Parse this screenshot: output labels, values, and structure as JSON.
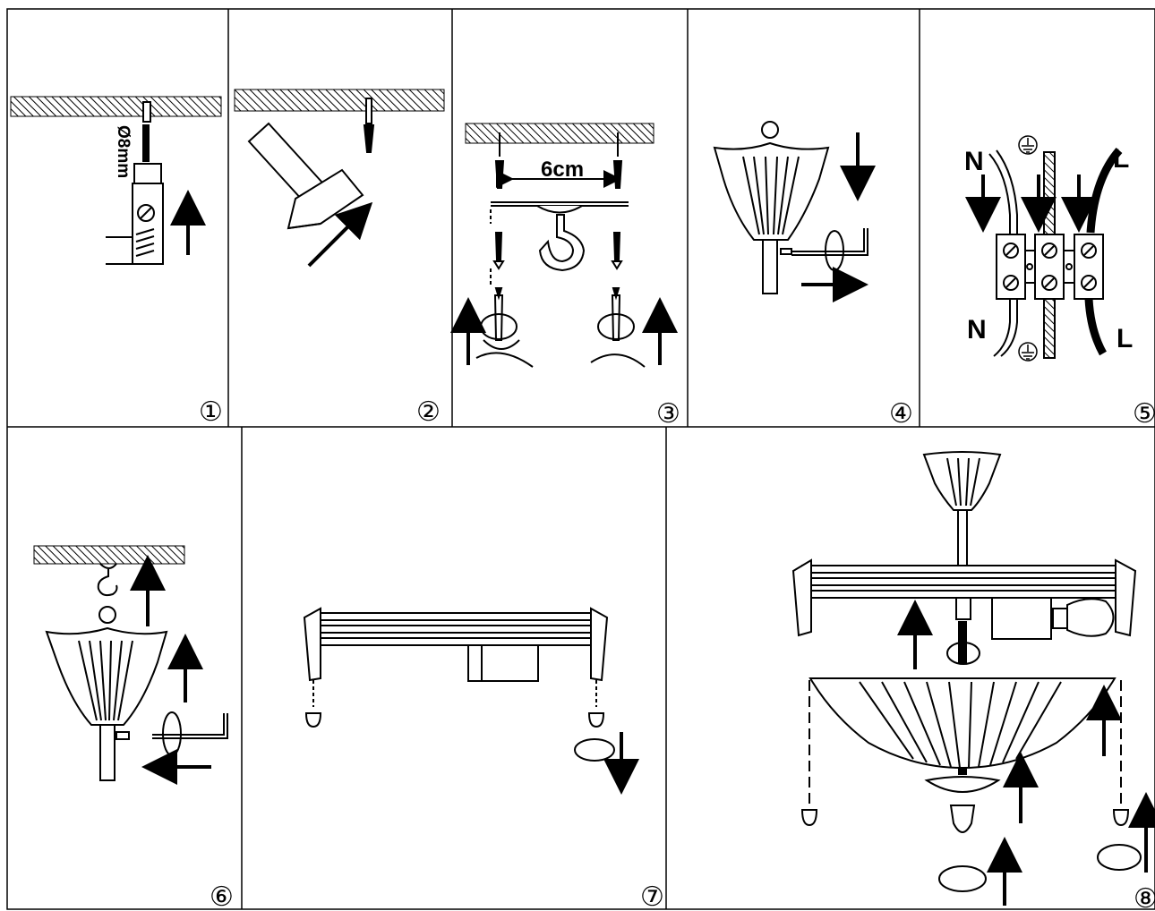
{
  "steps": [
    {
      "number": "①",
      "drill_size": "Ø8mm"
    },
    {
      "number": "②"
    },
    {
      "number": "③",
      "spacing": "6cm"
    },
    {
      "number": "④"
    },
    {
      "number": "⑤",
      "neutral": "N",
      "live": "L"
    },
    {
      "number": "⑥"
    },
    {
      "number": "⑦"
    },
    {
      "number": "⑧"
    }
  ],
  "colors": {
    "line": "#000000",
    "background": "#ffffff"
  },
  "icons": [
    "ceiling-hatch",
    "drill-bit",
    "hammer",
    "wall-plug",
    "screw",
    "screwdriver",
    "hook",
    "canopy",
    "allen-key",
    "terminal-block",
    "earth-symbol",
    "frame-bar",
    "lamp-socket",
    "light-bulb",
    "glass-bowl",
    "finial",
    "rotate-arrow",
    "direction-arrow"
  ]
}
